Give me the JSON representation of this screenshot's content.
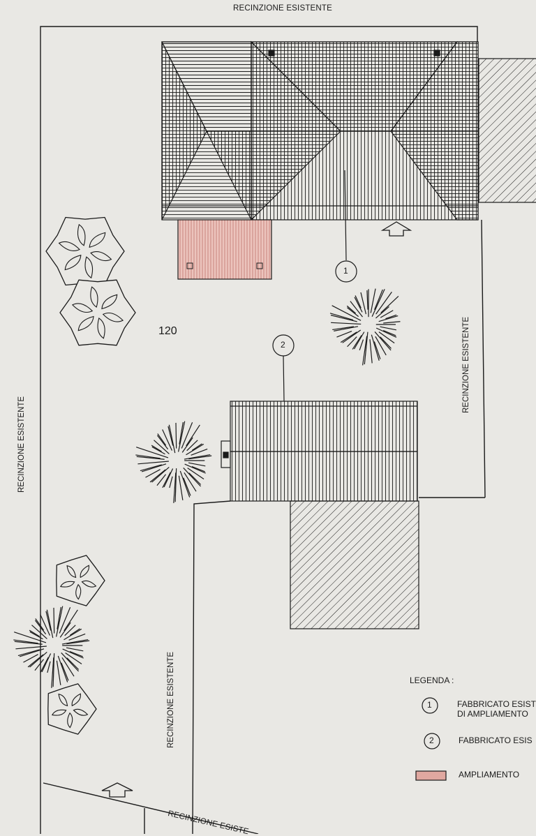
{
  "fence_label": "RECINZIONE ESISTENTE",
  "fence_label_cut": "RECINZIONE ESISTE",
  "lot_number": "120",
  "buildings": [
    {
      "marker": "1"
    },
    {
      "marker": "2"
    }
  ],
  "legend": {
    "title": "LEGENDA :",
    "items": [
      {
        "marker": "1",
        "text_line1": "FABBRICATO ESIST",
        "text_line2": "DI AMPLIAMENTO"
      },
      {
        "marker": "2",
        "text_line1": "FABBRICATO ESIS"
      },
      {
        "text_line1": "AMPLIAMENTO",
        "swatch_color": "#e0a8a0"
      }
    ]
  },
  "colors": {
    "paper": "#e9e8e4",
    "ink": "#1a1a1a",
    "extension_fill": "#ecc4bd",
    "extension_line": "#b86a62"
  }
}
